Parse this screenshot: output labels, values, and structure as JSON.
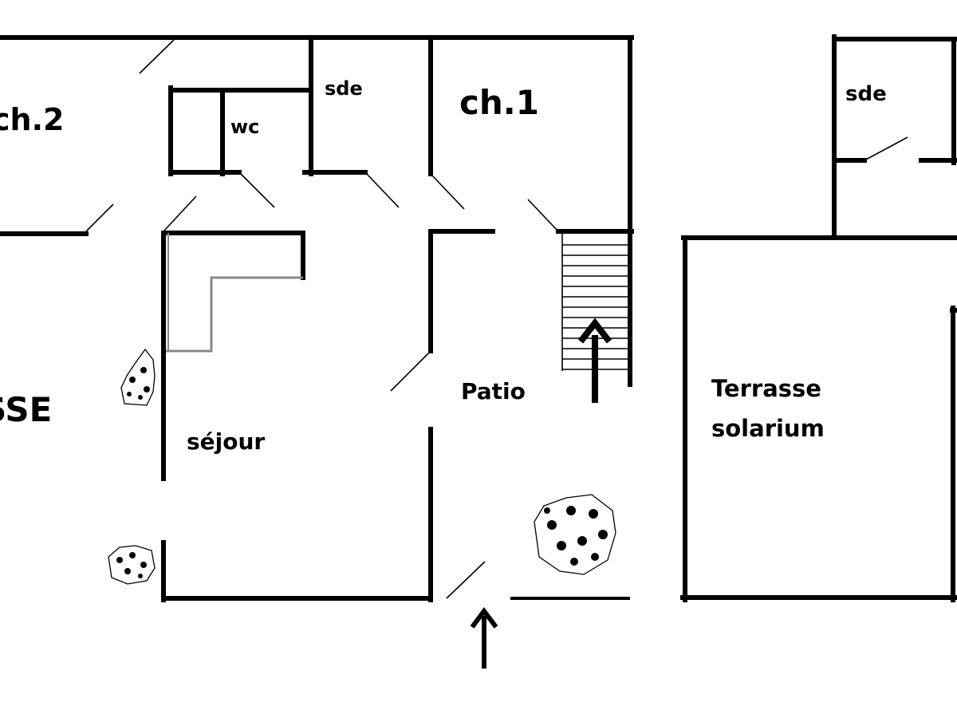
{
  "rooms": {
    "ch2": "ch.2",
    "wc": "wc",
    "sde_main": "sde",
    "ch1": "ch.1",
    "terrasse_left": "SSE",
    "sejour": "séjour",
    "patio": "Patio",
    "sde_annex": "sde",
    "terrasse_solarium_line1": "Terrasse",
    "terrasse_solarium_line2": "solarium"
  },
  "colors": {
    "walls": "#000000",
    "background": "#ffffff"
  }
}
